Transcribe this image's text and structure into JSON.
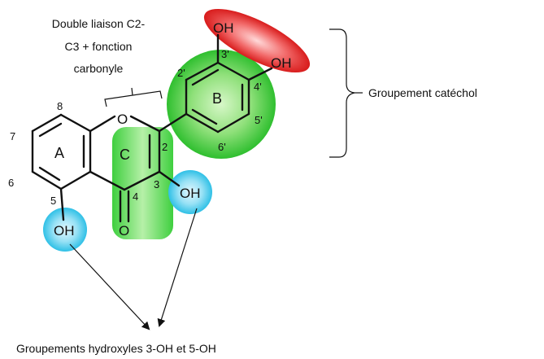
{
  "annotations": {
    "double_bond_line1": "Double liaison C2-",
    "double_bond_line2": "C3 + fonction",
    "double_bond_line3": "carbonyle",
    "catechol_group": "Groupement catéchol",
    "hydroxyl_groups": "Groupements hydroxyles 3-OH et 5-OH"
  },
  "ring_labels": {
    "A": "A",
    "B": "B",
    "C": "C"
  },
  "atoms": {
    "oh_3p": "OH",
    "oh_4p": "OH",
    "oh_3": "OH",
    "oh_5": "OH",
    "o_ring": "O",
    "o_carbonyl": "O"
  },
  "positions": {
    "p2p": "2'",
    "p3p": "3'",
    "p4p": "4'",
    "p5p": "5'",
    "p6p": "6'",
    "p2": "2",
    "p3": "3",
    "p4": "4",
    "p5": "5",
    "p6": "6",
    "p7": "7",
    "p8": "8"
  },
  "colors": {
    "green_highlight": "#33cc33",
    "red_highlight": "#e02020",
    "blue_highlight": "#33c4e6"
  }
}
